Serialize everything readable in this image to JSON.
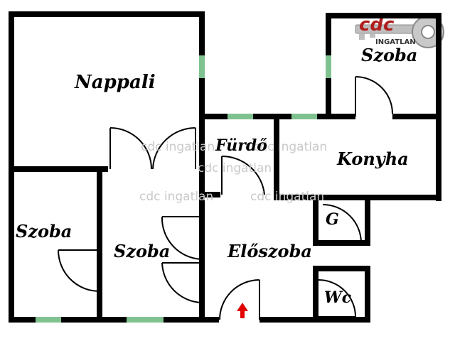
{
  "rooms": {
    "nappali": "Nappali",
    "szoba_top_right": "Szoba",
    "furdo": "Fürdő",
    "konyha": "Konyha",
    "szoba_left": "Szoba",
    "szoba_middle": "Szoba",
    "eloszoba": "Előszoba",
    "g": "G",
    "wc": "Wc"
  },
  "watermark": {
    "text": "cdc ingatlan"
  },
  "logo": {
    "brand": "cdc",
    "subtitle": "INGATLAN"
  },
  "colors": {
    "wall": "#000000",
    "window": "#7fc28f",
    "entrance_arrow": "#e00000",
    "logo_red": "#b01e1e"
  },
  "icons": {
    "entrance": "red-up-arrow-icon",
    "logo": "key-icon"
  }
}
